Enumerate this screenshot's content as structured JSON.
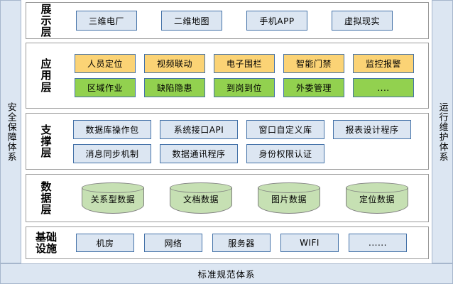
{
  "side_bars": {
    "left": {
      "label": "安全保障体系"
    },
    "right": {
      "label": "运行维护体系"
    }
  },
  "bottom_bar": {
    "label": "标准规范体系"
  },
  "layers": [
    {
      "id": "presentation",
      "label": "展示层",
      "label_lines": [
        "展",
        "示",
        "层"
      ],
      "rows": [
        [
          {
            "text": "三维电厂",
            "style": "blue"
          },
          {
            "text": "二维地图",
            "style": "blue"
          },
          {
            "text": "手机APP",
            "style": "blue"
          },
          {
            "text": "虚拟现实",
            "style": "blue"
          }
        ]
      ]
    },
    {
      "id": "application",
      "label": "应用层",
      "label_lines": [
        "应",
        "用",
        "层"
      ],
      "rows": [
        [
          {
            "text": "人员定位",
            "style": "orange"
          },
          {
            "text": "视频联动",
            "style": "orange"
          },
          {
            "text": "电子围栏",
            "style": "orange"
          },
          {
            "text": "智能门禁",
            "style": "orange"
          },
          {
            "text": "监控报警",
            "style": "orange"
          }
        ],
        [
          {
            "text": "区域作业",
            "style": "green"
          },
          {
            "text": "缺陷隐患",
            "style": "green"
          },
          {
            "text": "到岗到位",
            "style": "green"
          },
          {
            "text": "外委管理",
            "style": "green"
          },
          {
            "text": "....",
            "style": "green"
          }
        ]
      ]
    },
    {
      "id": "support",
      "label": "支撑层",
      "label_lines": [
        "支",
        "撑",
        "层"
      ],
      "rows": [
        [
          {
            "text": "数据库操作包",
            "style": "blue"
          },
          {
            "text": "系统接口API",
            "style": "blue"
          },
          {
            "text": "窗口自定义库",
            "style": "blue"
          },
          {
            "text": "报表设计程序",
            "style": "blue"
          }
        ],
        [
          {
            "text": "消息同步机制",
            "style": "blue"
          },
          {
            "text": "数据通讯程序",
            "style": "blue"
          },
          {
            "text": "身份权限认证",
            "style": "blue"
          },
          {
            "text": "",
            "style": "empty"
          }
        ]
      ]
    },
    {
      "id": "data",
      "label": "数据层",
      "label_lines": [
        "数",
        "据",
        "层"
      ],
      "rows": [
        [
          {
            "text": "关系型数据",
            "style": "cylinder"
          },
          {
            "text": "文档数据",
            "style": "cylinder"
          },
          {
            "text": "图片数据",
            "style": "cylinder"
          },
          {
            "text": "定位数据",
            "style": "cylinder"
          }
        ]
      ]
    },
    {
      "id": "infra",
      "label": "基础设施",
      "label_lines": [
        "基础",
        "设施"
      ],
      "rows": [
        [
          {
            "text": "机房",
            "style": "blue"
          },
          {
            "text": "网络",
            "style": "blue"
          },
          {
            "text": "服务器",
            "style": "blue"
          },
          {
            "text": "WIFI",
            "style": "blue"
          },
          {
            "text": "......",
            "style": "blue"
          }
        ]
      ]
    }
  ],
  "colors": {
    "panel_border": "#9a9a9a",
    "node_border": "#4472A8",
    "blue_fill": "#DCE6F2",
    "orange_fill": "#FBD375",
    "green_fill": "#92D14F",
    "cylinder_fill": "#C6E0B3",
    "bar_fill": "#DCE6F2"
  }
}
